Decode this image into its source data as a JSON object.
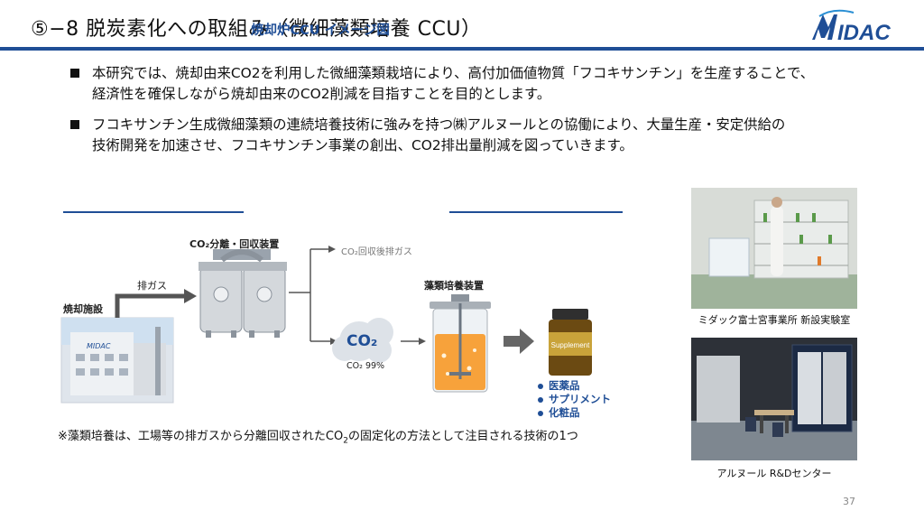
{
  "header": {
    "title": "⑤−8 脱炭素化への取組み（微細藻類培養 CCU）",
    "logo_text": "MIDAC"
  },
  "bullets": [
    {
      "line1": "本研究では、焼却由来CO2を利用した微細藻類栽培により、高付加価値物質「フコキサンチン」を生産することで、",
      "line2": "経済性を確保しながら焼却由来のCO2削減を目指すことを目的とします。"
    },
    {
      "line1": "フコキサンチン生成微細藻類の連続培養技術に強みを持つ㈱アルヌールとの協働により、大量生産・安定供給の",
      "line2": "技術開発を加速させ、フコキサンチン事業の創出、CO2排出量削減を図っていきます。"
    }
  ],
  "diagram": {
    "title": "焼却炉CCU イメージ図",
    "separator_label": "CO₂分離・回収装置",
    "exhaust_label": "排ガス",
    "incinerator_label": "焼却施設",
    "recovered_exhaust_label": "CO₂回収後排ガス",
    "co2_cloud_text": "CO₂",
    "co2_purity": "CO₂ 99%",
    "culture_label": "藻類培養装置",
    "bottle_label": "Supplement",
    "products": [
      "医薬品",
      "サプリメント",
      "化粧品"
    ],
    "note_prefix": "※藻類培養は、工場等の排ガスから分離回収されたCO",
    "note_sub": "2",
    "note_suffix": "の固定化の方法として注目される技術の1つ"
  },
  "photos": [
    {
      "caption": "ミダック富士宮事業所 新設実験室"
    },
    {
      "caption": "アルヌール R&Dセンター"
    }
  ],
  "page_number": "37",
  "colors": {
    "accent": "#1f4e96",
    "culture_liquid": "#f7a23b",
    "bottle": "#6b4a12"
  }
}
